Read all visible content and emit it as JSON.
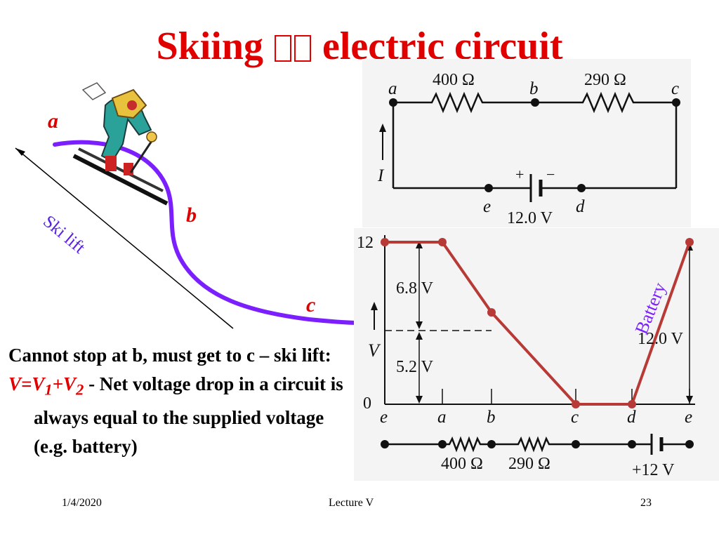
{
  "slide": {
    "title_pre": "Skiing",
    "title_post": "electric circuit",
    "label_a": "a",
    "label_b": "b",
    "label_c": "c",
    "ski_lift": "Ski lift",
    "bullet1": "Cannot stop at b, must get to c – ski lift:",
    "eq_v": "V=V",
    "eq_sub1": "1",
    "eq_plus": "+V",
    "eq_sub2": "2",
    "bullet2_rest": " - Net voltage drop in a circuit is always equal to the supplied voltage (e.g. battery)"
  },
  "circuit": {
    "node_a": "a",
    "node_b": "b",
    "node_c": "c",
    "node_d": "d",
    "node_e": "e",
    "r1": "400 Ω",
    "r2": "290 Ω",
    "current": "I",
    "plus": "+",
    "minus": "−",
    "battery": "12.0 V"
  },
  "chart_data": {
    "type": "line",
    "categories": [
      "e",
      "a",
      "b",
      "c",
      "d",
      "e"
    ],
    "values": [
      12,
      12,
      6.8,
      0,
      0,
      12
    ],
    "ylabel": "V",
    "yticks": [
      "12",
      "0"
    ],
    "ylim": [
      0,
      12
    ],
    "annotations": [
      "6.8 V",
      "5.2 V",
      "12.0 V",
      "Battery"
    ],
    "bottom_circuit": {
      "r1": "400 Ω",
      "r2": "290 Ω",
      "battery": "+12 V"
    },
    "line_color": "#b73a36"
  },
  "footer": {
    "date": "1/4/2020",
    "center": "Lecture V",
    "page": "23"
  }
}
